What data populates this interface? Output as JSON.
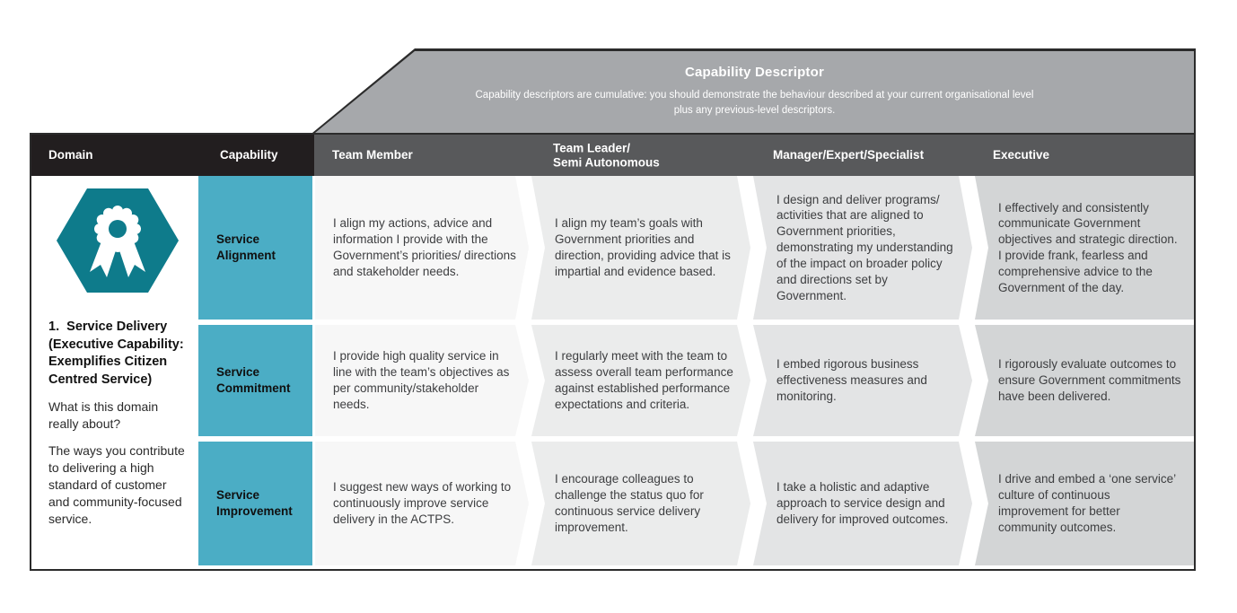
{
  "header": {
    "title": "Capability Descriptor",
    "subtitle": "Capability descriptors are cumulative: you should demonstrate the behaviour described at your current organisational level\nplus any previous-level descriptors."
  },
  "columns": {
    "domain_label": "Domain",
    "capability_label": "Capability",
    "levels": [
      "Team Member",
      "Team Leader/\nSemi Autonomous",
      "Manager/Expert/Specialist",
      "Executive"
    ]
  },
  "domain": {
    "icon": "rosette-award-icon",
    "title": "1.  Service Delivery\n(Executive Capability:\nExemplifies Citizen\nCentred Service)",
    "question": "What is this domain really about?",
    "description": "The ways you contribute to delivering a high standard of customer and community-focused service."
  },
  "rows": [
    {
      "capability": "Service Alignment",
      "descriptors": [
        "I align my actions, advice and information I provide with the Government’s priorities/ directions and stakeholder needs.",
        "I align my team’s goals with Government priorities and direction, providing advice that is impartial and evidence based.",
        "I design and deliver programs/ activities that are aligned to Government priorities, demonstrating my understanding of the impact on broader policy and directions set by Government.",
        "I effectively and consistently communicate Government objectives and strategic direction. I provide frank, fearless and comprehensive advice to the Government of the day."
      ]
    },
    {
      "capability": "Service Commitment",
      "descriptors": [
        "I provide high quality service in line with the team’s objectives as per community/stakeholder needs.",
        "I regularly meet with the team to assess overall team performance against established performance expectations and criteria.",
        "I embed rigorous business effectiveness measures and monitoring.",
        "I rigorously evaluate outcomes to ensure Government commitments have been delivered."
      ]
    },
    {
      "capability": "Service Improvement",
      "descriptors": [
        "I suggest new ways of working to continuously improve service delivery in the ACTPS.",
        "I encourage colleagues to challenge the status quo for continuous service delivery improvement.",
        "I take a holistic and adaptive approach to service design and delivery for improved outcomes.",
        "I drive and embed a ‘one service’ culture of continuous improvement for better community outcomes."
      ]
    }
  ],
  "colors": {
    "accent_teal": "#4badc5",
    "hexagon_teal": "#0e7b8b",
    "header_dark": "#221e1f",
    "header_gray": "#58595b",
    "banner_gray": "#a6a8ab",
    "border_dark": "#2b2b2b",
    "level_cell_colors": [
      "#f7f7f7",
      "#ebecec",
      "#e3e4e5",
      "#d3d5d6"
    ]
  }
}
